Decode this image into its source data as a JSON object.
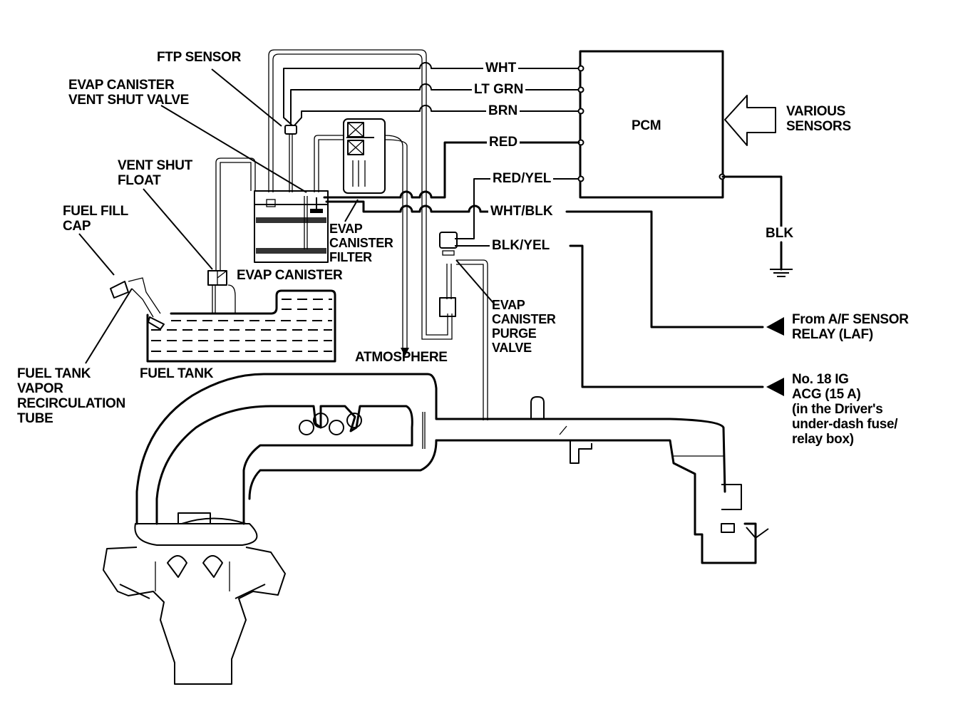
{
  "title": "EVAP system wiring and plumbing diagram",
  "colors": {
    "line": "#000000",
    "background": "#ffffff"
  },
  "components": {
    "pcm": "PCM",
    "various_sensors": "VARIOUS\nSENSORS",
    "ftp_sensor": "FTP SENSOR",
    "vent_shut_valve": "EVAP CANISTER\nVENT SHUT VALVE",
    "vent_shut_float": "VENT SHUT\nFLOAT",
    "fuel_fill_cap": "FUEL FILL\nCAP",
    "evap_canister": "EVAP CANISTER",
    "evap_canister_filter": "EVAP\nCANISTER\nFILTER",
    "evap_purge_valve": "EVAP\nCANISTER\nPURGE\nVALVE",
    "atmosphere": "ATMOSPHERE",
    "fuel_tank": "FUEL TANK",
    "vapor_recirc_tube": "FUEL TANK\nVAPOR\nRECIRCULATION\nTUBE",
    "af_sensor_relay": "From A/F SENSOR\nRELAY (LAF)",
    "fuse_source": "No. 18 IG\nACG (15 A)\n(in the Driver's\nunder-dash fuse/\nrelay box)"
  },
  "wires": [
    {
      "id": "wht",
      "color_code": "WHT"
    },
    {
      "id": "lt-grn",
      "color_code": "LT GRN"
    },
    {
      "id": "brn",
      "color_code": "BRN"
    },
    {
      "id": "red",
      "color_code": "RED"
    },
    {
      "id": "red-yel",
      "color_code": "RED/YEL"
    },
    {
      "id": "wht-blk",
      "color_code": "WHT/BLK"
    },
    {
      "id": "blk-yel",
      "color_code": "BLK/YEL"
    },
    {
      "id": "blk",
      "color_code": "BLK"
    }
  ]
}
